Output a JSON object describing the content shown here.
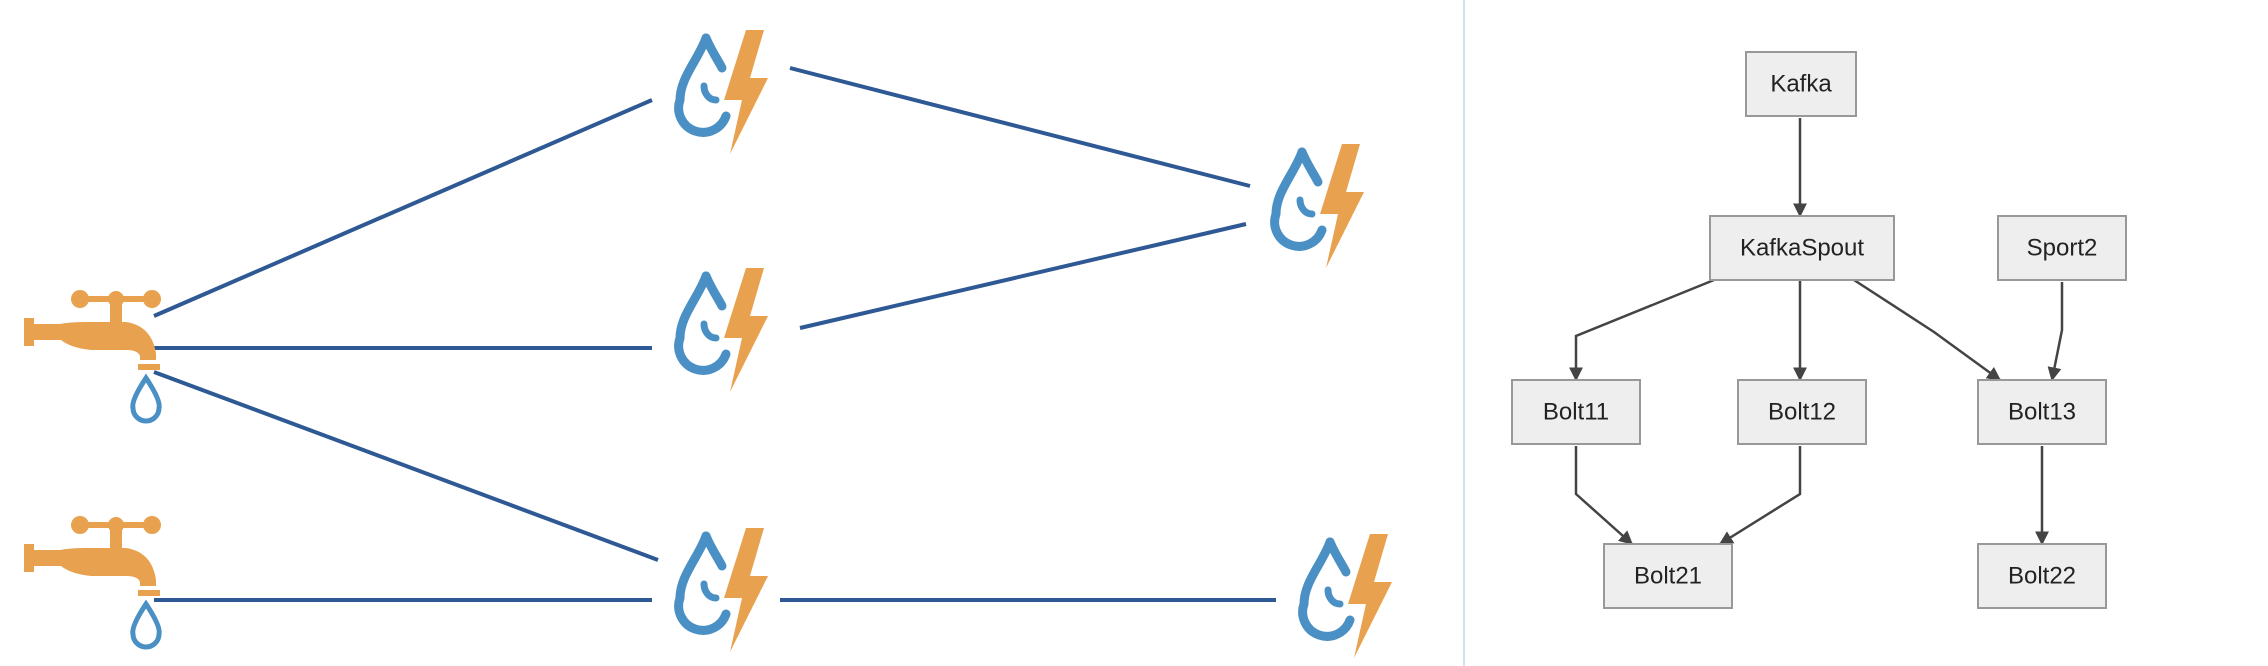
{
  "colors": {
    "tap": "#E8A14E",
    "drop": "#4A90C4",
    "bolt": "#E8A14E",
    "arrow_left": "#2E5994",
    "arrow_right": "#444444",
    "node_fill": "#EEEEEE",
    "node_stroke": "#999999",
    "divider": "#CCE4EE"
  },
  "left_diagram": {
    "icons": [
      "spout-tap-icon",
      "bolt-drop-lightning-icon"
    ],
    "spouts": [
      {
        "id": "spout-1"
      },
      {
        "id": "spout-2"
      }
    ],
    "bolts": [
      {
        "id": "bolt-a"
      },
      {
        "id": "bolt-b"
      },
      {
        "id": "bolt-c"
      },
      {
        "id": "bolt-d"
      },
      {
        "id": "bolt-e"
      }
    ]
  },
  "right_diagram": {
    "nodes": [
      {
        "id": "kafka",
        "label": "Kafka"
      },
      {
        "id": "kafkaspout",
        "label": "KafkaSpout"
      },
      {
        "id": "sport2",
        "label": "Sport2"
      },
      {
        "id": "bolt11",
        "label": "Bolt11"
      },
      {
        "id": "bolt12",
        "label": "Bolt12"
      },
      {
        "id": "bolt13",
        "label": "Bolt13"
      },
      {
        "id": "bolt21",
        "label": "Bolt21"
      },
      {
        "id": "bolt22",
        "label": "Bolt22"
      }
    ],
    "edges": [
      [
        "kafka",
        "kafkaspout"
      ],
      [
        "kafkaspout",
        "bolt11"
      ],
      [
        "kafkaspout",
        "bolt12"
      ],
      [
        "kafkaspout",
        "bolt13"
      ],
      [
        "sport2",
        "bolt13"
      ],
      [
        "bolt11",
        "bolt21"
      ],
      [
        "bolt12",
        "bolt21"
      ],
      [
        "bolt13",
        "bolt22"
      ]
    ]
  }
}
